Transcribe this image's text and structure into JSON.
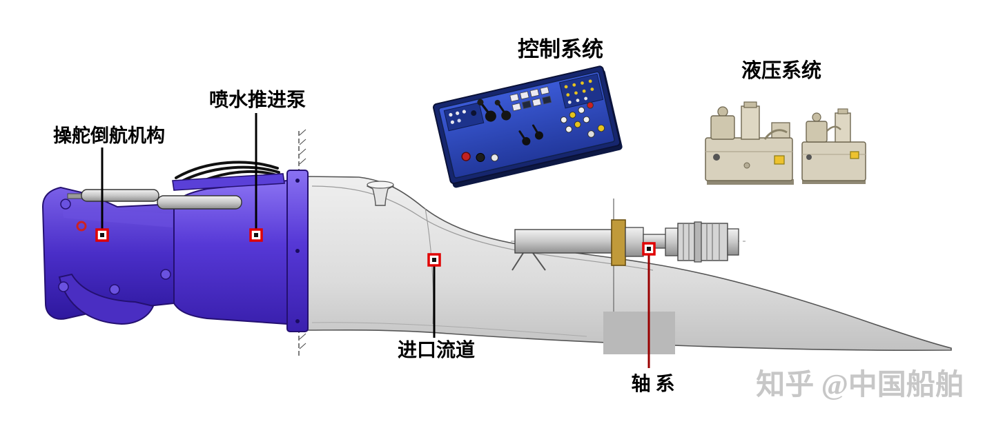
{
  "labels": {
    "steering": "操舵倒航机构",
    "pump": "喷水推进泵",
    "control_system": "控制系统",
    "hydraulic_system": "液压系统",
    "inlet_duct": "进口流道",
    "shaft_system": "轴 系"
  },
  "watermark": {
    "text": "知乎 @中国船舶"
  },
  "colors": {
    "pump_purple": "#5638d6",
    "pump_purple_dark": "#241070",
    "marker_red": "#e00000",
    "shaft_leader_red": "#990000",
    "duct_gray": "#dcdcdc",
    "panel_blue": "#2e49b8",
    "hydraulic_beige": "#d8d1bd",
    "brass_coupling": "#c09a3a",
    "watermark_gray": "#c7c7c7"
  }
}
